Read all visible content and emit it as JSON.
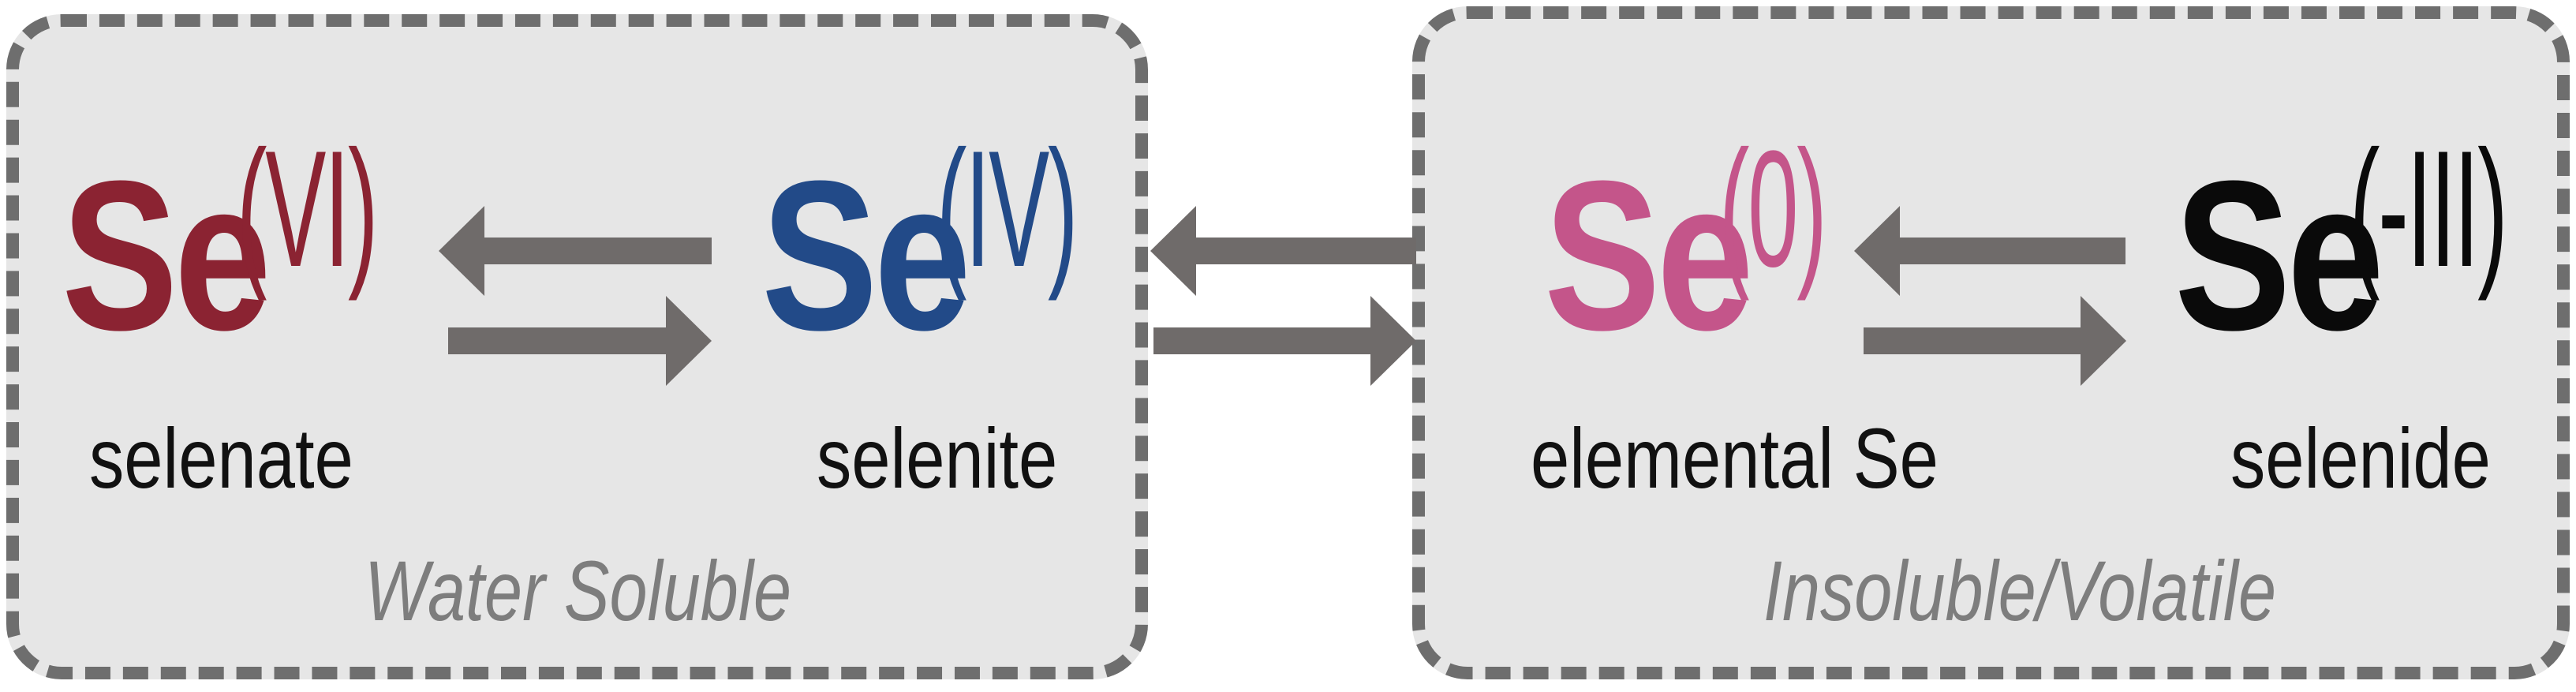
{
  "colors": {
    "panel_fill": "#e6e6e6",
    "panel_border": "#6e6e6e",
    "arrow": "#6f6b6a",
    "caption": "#7d7d7d",
    "label": "#111111"
  },
  "groups": [
    {
      "caption": "Water Soluble"
    },
    {
      "caption": "Insoluble/Volatile"
    }
  ],
  "species": [
    {
      "symbol": "Se",
      "oxidation": "(VI)",
      "name": "selenate",
      "color": "#8b2332"
    },
    {
      "symbol": "Se",
      "oxidation": "(IV)",
      "name": "selenite",
      "color": "#224a88"
    },
    {
      "symbol": "Se",
      "oxidation": "(0)",
      "name": "elemental Se",
      "color": "#c4558a"
    },
    {
      "symbol": "Se",
      "oxidation": "(-III)",
      "name": "selenide",
      "color": "#0a0a0a"
    }
  ],
  "arrows": [
    {
      "from": "selenite",
      "to": "selenate",
      "direction": "left"
    },
    {
      "from": "selenate",
      "to": "selenite",
      "direction": "right"
    },
    {
      "from": "elemental Se",
      "to": "selenite",
      "direction": "left"
    },
    {
      "from": "selenite",
      "to": "elemental Se",
      "direction": "right"
    },
    {
      "from": "selenide",
      "to": "elemental Se",
      "direction": "left"
    },
    {
      "from": "elemental Se",
      "to": "selenide",
      "direction": "right"
    }
  ]
}
